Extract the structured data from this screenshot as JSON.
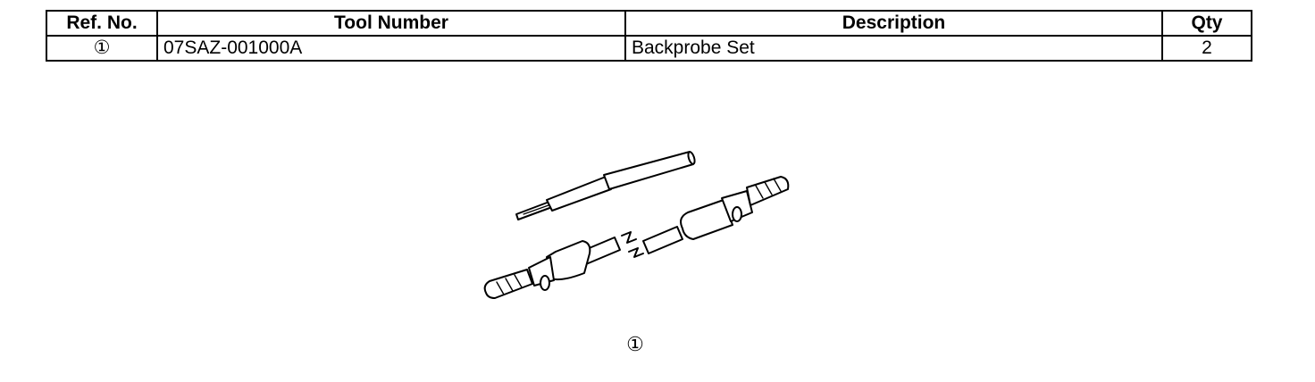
{
  "table": {
    "headers": {
      "ref": "Ref. No.",
      "tool": "Tool Number",
      "desc": "Description",
      "qty": "Qty"
    },
    "rows": [
      {
        "ref": "①",
        "tool": "07SAZ-001000A",
        "desc": "Backprobe Set",
        "qty": "2"
      }
    ]
  },
  "illustration": {
    "caption": "①",
    "icon": "backprobe-set-drawing"
  }
}
